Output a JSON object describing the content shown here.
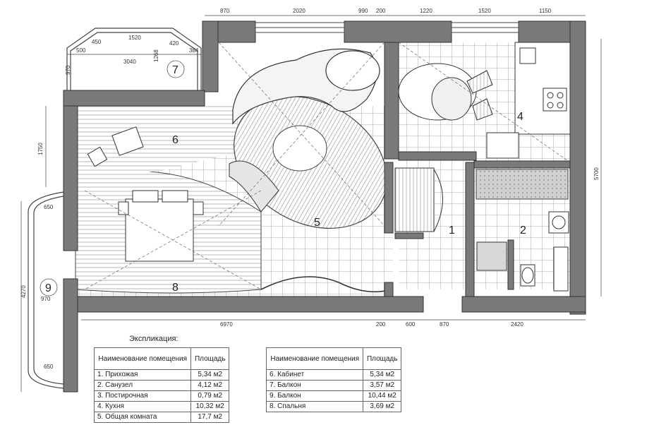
{
  "dimensions_top": [
    "870",
    "2020",
    "990",
    "200",
    "1220",
    "1520",
    "1150"
  ],
  "dimensions_bottom": [
    "6970",
    "200",
    "600",
    "870",
    "2420"
  ],
  "dimensions_left": [
    "1750",
    "650",
    "4270",
    "970",
    "650"
  ],
  "dimensions_right": [
    "5700"
  ],
  "balcony7_dims": [
    "1520",
    "3040",
    "500",
    "450",
    "420",
    "384",
    "1268",
    "970"
  ],
  "rooms": {
    "r1": "1",
    "r2": "2",
    "r4": "4",
    "r5": "5",
    "r6": "6",
    "r7": "7",
    "r8": "8",
    "r9": "9"
  },
  "legend": {
    "title": "Экспликация:",
    "header_name": "Наименование помещения",
    "header_area": "Площадь",
    "table1": [
      {
        "name": "1. Прихожая",
        "area": "5,34 м2"
      },
      {
        "name": "2. Санузел",
        "area": "4,12 м2"
      },
      {
        "name": "3. Постирочная",
        "area": "0,79 м2"
      },
      {
        "name": "4. Кухня",
        "area": "10,32 м2"
      },
      {
        "name": "5. Общая комната",
        "area": "17,7 м2"
      }
    ],
    "table2": [
      {
        "name": "6. Кабинет",
        "area": "5,34 м2"
      },
      {
        "name": "7. Балкон",
        "area": "3,57 м2"
      },
      {
        "name": "9. Балкон",
        "area": "10,44 м2"
      },
      {
        "name": "8. Спальня",
        "area": "3,69 м2"
      }
    ]
  },
  "colors": {
    "wall": "#7a7a7a",
    "ink": "#333333",
    "tile": "#9a9a9a"
  }
}
